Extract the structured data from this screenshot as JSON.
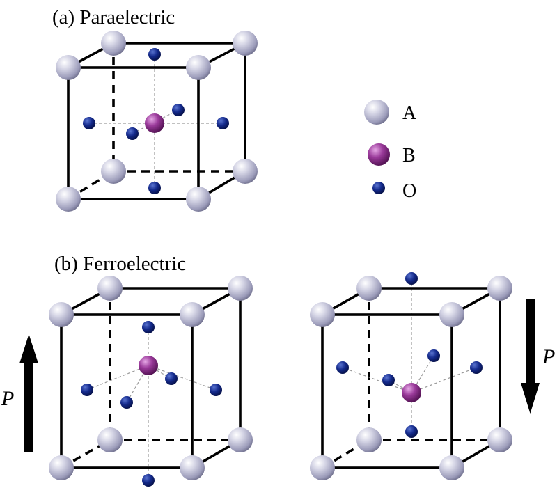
{
  "panels": {
    "a": {
      "label": "(a) Paraelectric"
    },
    "b": {
      "label": "(b) Ferroelectric"
    }
  },
  "legend": [
    {
      "label": "A",
      "atom": "a-site"
    },
    {
      "label": "B",
      "atom": "b-site"
    },
    {
      "label": "O",
      "atom": "oxygen"
    }
  ],
  "polarization": {
    "up": {
      "label": "P",
      "direction": "up"
    },
    "down": {
      "label": "P",
      "direction": "down"
    }
  },
  "colors": {
    "a_site": "#b4b4d2",
    "b_site": "#8a2a8a",
    "oxygen": "#0a1e78",
    "edges": "#000000",
    "bonds": "#9a9a9a",
    "arrow": "#000000"
  }
}
